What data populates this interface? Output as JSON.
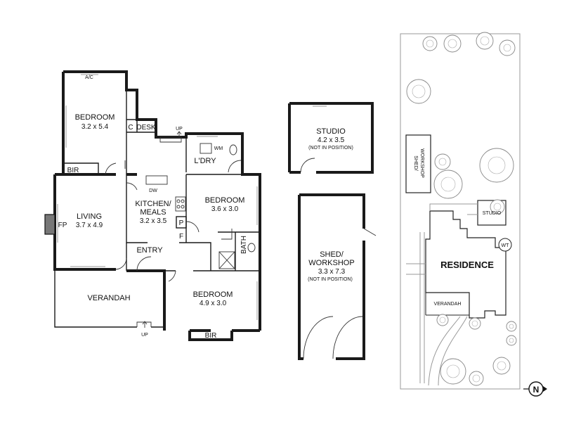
{
  "rooms": {
    "bedroom1": {
      "name": "BEDROOM",
      "dims": "3.2 x 5.4"
    },
    "bedroom2": {
      "name": "BEDROOM",
      "dims": "3.6 x 3.0"
    },
    "bedroom3": {
      "name": "BEDROOM",
      "dims": "4.9 x 3.0"
    },
    "living": {
      "name": "LIVING",
      "dims": "3.7 x 4.9"
    },
    "kitchen": {
      "name1": "KITCHEN/",
      "name2": "MEALS",
      "dims": "3.2 x 3.5"
    },
    "verandah": {
      "name": "VERANDAH"
    },
    "entry": {
      "name": "ENTRY"
    },
    "laundry": {
      "name": "L'DRY"
    },
    "bath": {
      "name": "BATH"
    }
  },
  "fixtures": {
    "ac": "A/C",
    "c": "C",
    "desk": "DESK",
    "bir1": "BIR",
    "bir2": "BIR",
    "fp": "FP",
    "dw": "DW",
    "wm": "WM",
    "pantry": "P",
    "fridge": "F",
    "up1": "UP",
    "up2": "UP"
  },
  "outbuildings": {
    "studio": {
      "name": "STUDIO",
      "dims": "4.2 x 3.5",
      "note": "(NOT IN POSITION)"
    },
    "shed": {
      "name1": "SHED/",
      "name2": "WORKSHOP",
      "dims": "3.3 x 7.3",
      "note": "(NOT IN POSITION)"
    }
  },
  "site_plan": {
    "residence": "RESIDENCE",
    "studio": "STUDIO",
    "verandah": "VERANDAH",
    "shed_line1": "SHED/",
    "shed_line2": "WORKSHOP",
    "wt": "WT",
    "north": "N"
  }
}
